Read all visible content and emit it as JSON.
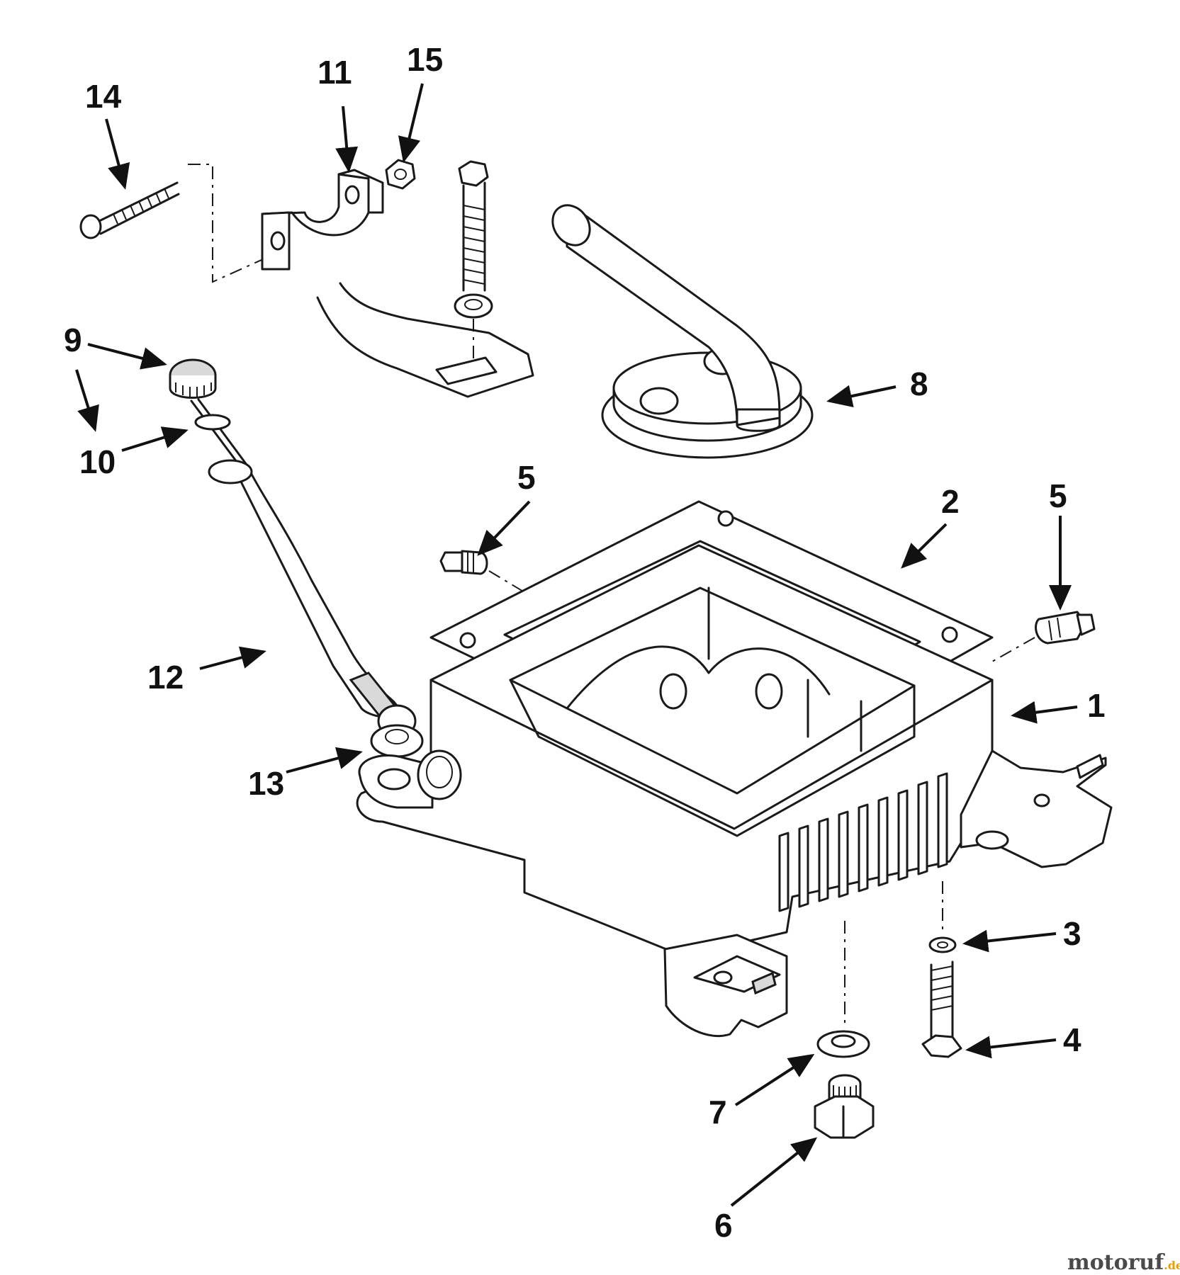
{
  "callouts": {
    "c1": "1",
    "c2": "2",
    "c3": "3",
    "c4": "4",
    "c5a": "5",
    "c5b": "5",
    "c6": "6",
    "c7": "7",
    "c8": "8",
    "c9": "9",
    "c10": "10",
    "c11": "11",
    "c12": "12",
    "c13": "13",
    "c14": "14",
    "c15": "15"
  },
  "watermark": {
    "text": "motoruf",
    "suffix": ".de"
  },
  "colors": {
    "line": "#1a1a1a",
    "watermark_dark": "#4a4a4a",
    "watermark_accent": "#e8a100"
  }
}
